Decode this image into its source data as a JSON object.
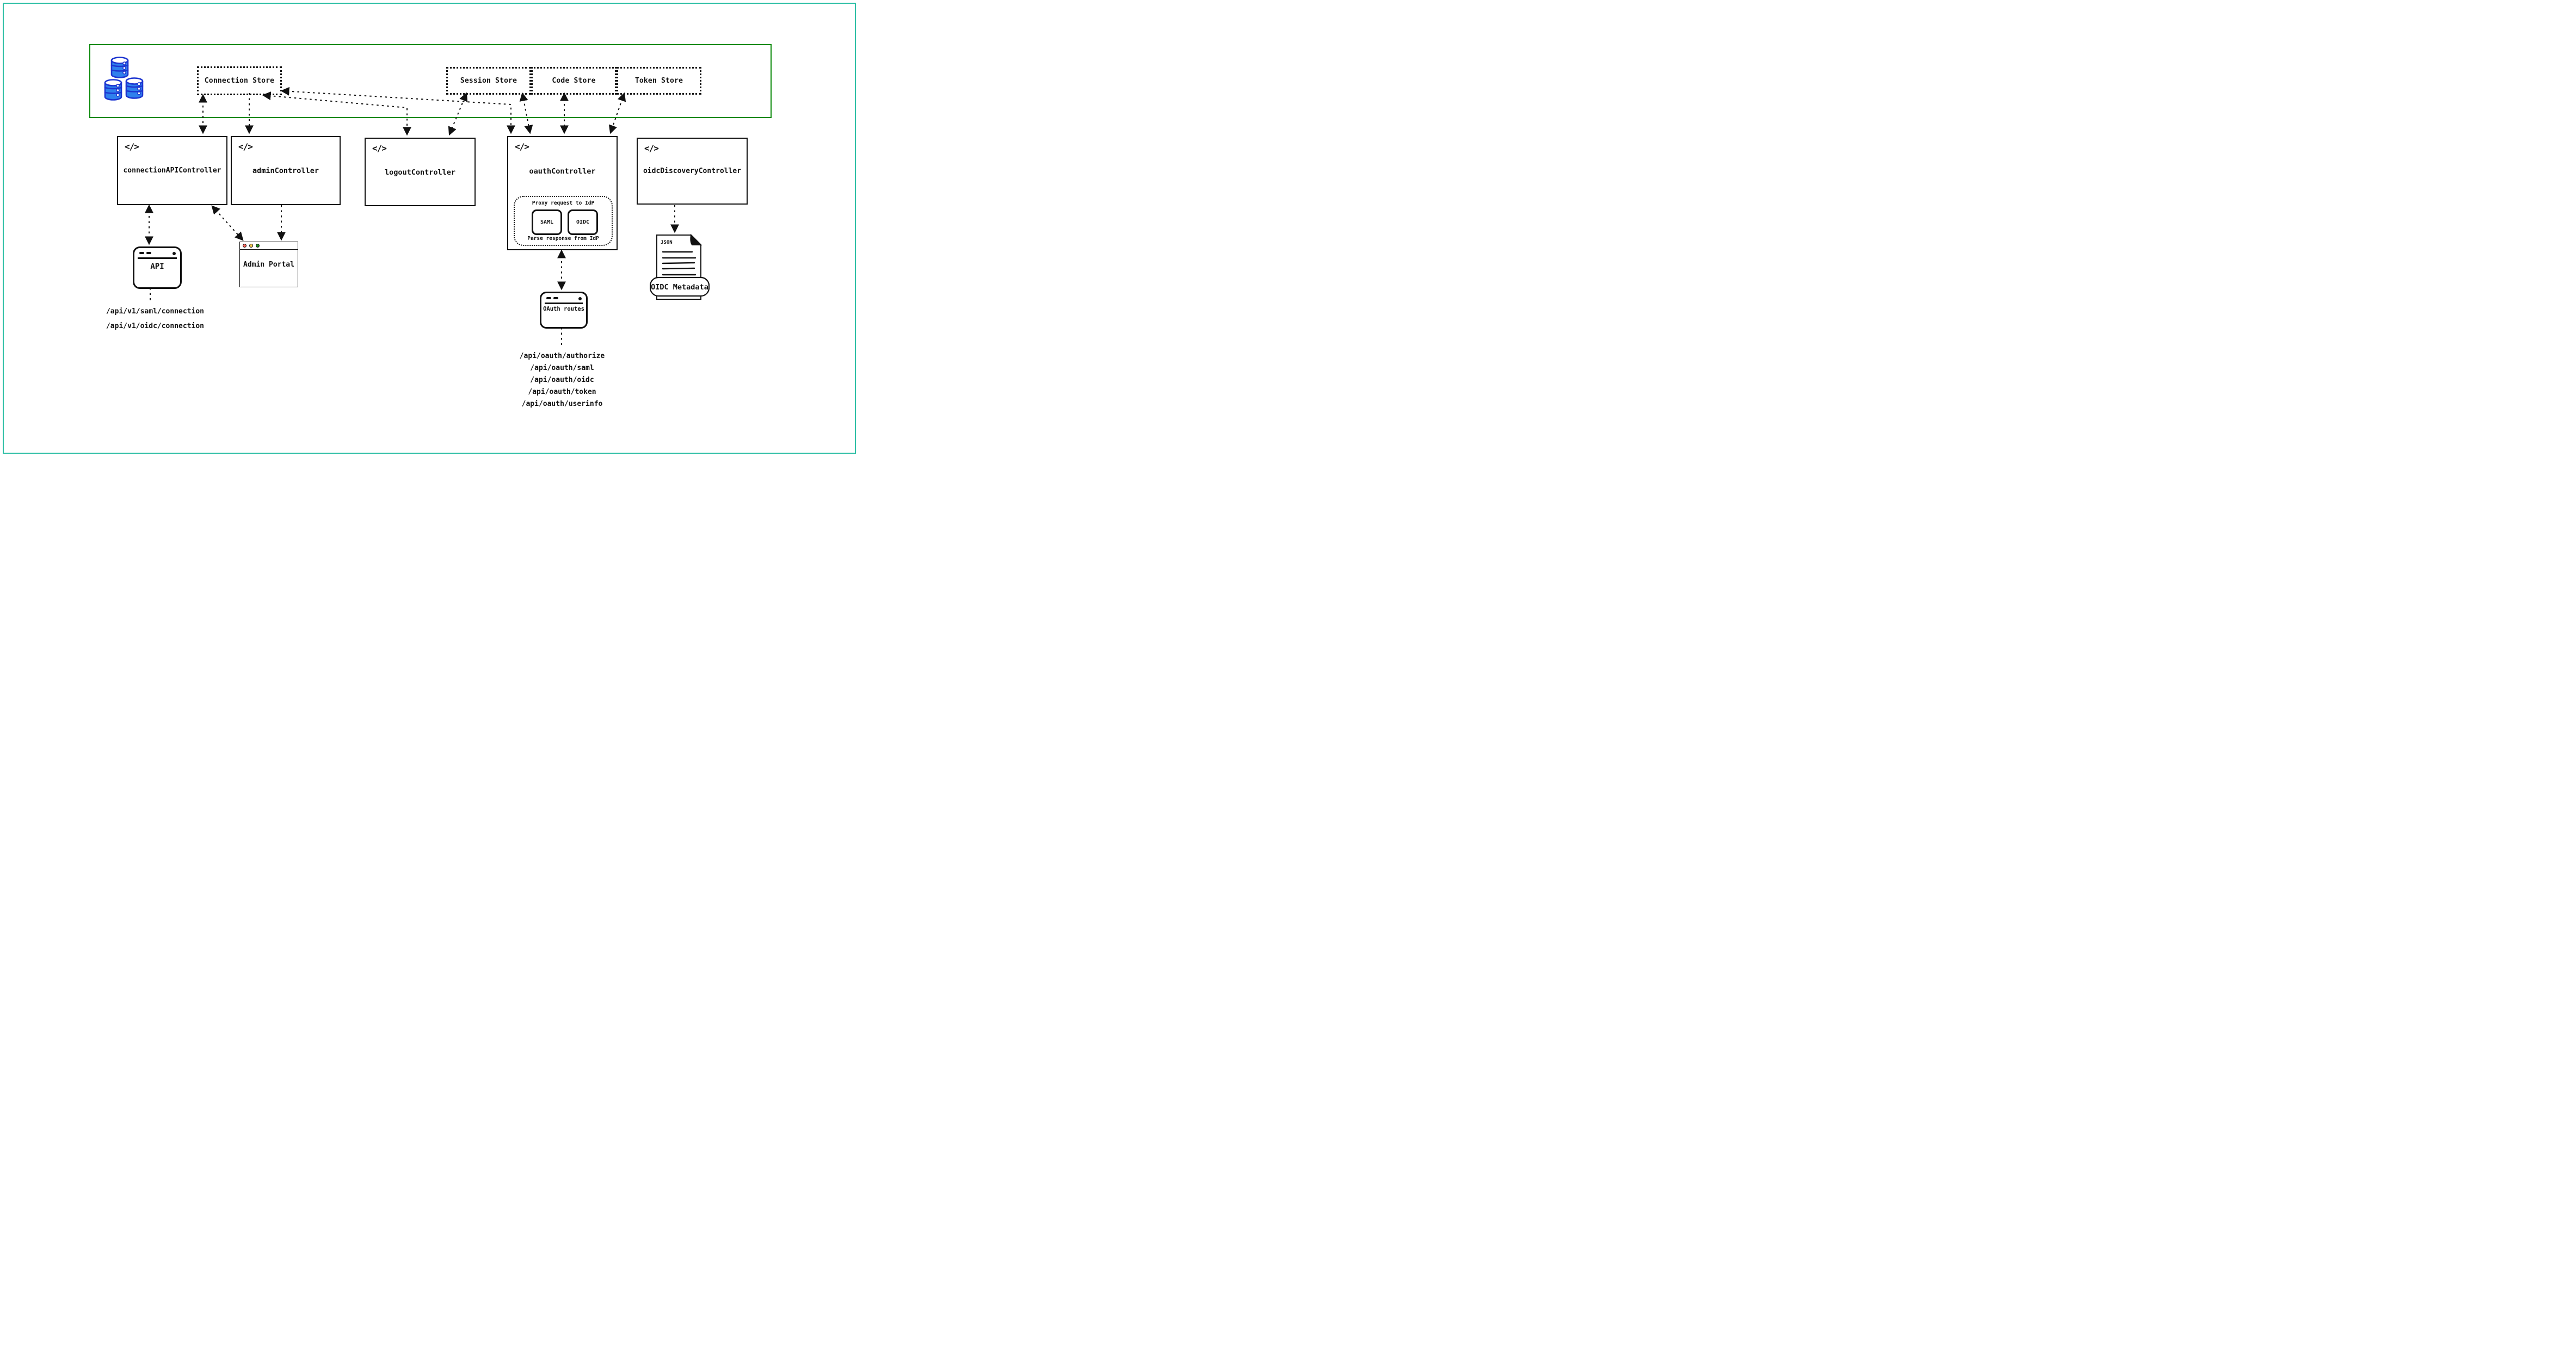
{
  "diagram": {
    "outer_border_color": "#2EBFA5",
    "code_icon_glyph": "</>",
    "storage_layer": {
      "border_color": "#0B8A0B",
      "stores": [
        {
          "label": "Connection Store"
        },
        {
          "label": "Session Store"
        },
        {
          "label": "Code Store"
        },
        {
          "label": "Token Store"
        }
      ]
    },
    "controllers": [
      {
        "label": "connectionAPIController"
      },
      {
        "label": "adminController"
      },
      {
        "label": "logoutController"
      },
      {
        "label": "oauthController"
      },
      {
        "label": "oidcDiscoveryController"
      }
    ],
    "oauth_internal": {
      "proxy_label": "Proxy request to IdP",
      "parse_label": "Parse response from IdP",
      "protocols": [
        {
          "label": "SAML"
        },
        {
          "label": "OIDC"
        }
      ]
    },
    "clients": {
      "api_window": {
        "label": "API"
      },
      "admin_portal_window": {
        "label": "Admin Portal"
      },
      "oauth_routes_window": {
        "label": "OAuth routes"
      },
      "oidc_metadata_doc": {
        "file_type_label": "JSON",
        "label": "OIDC Metadata"
      }
    },
    "api_endpoints": [
      "/api/v1/saml/connection",
      "/api/v1/oidc/connection"
    ],
    "oauth_endpoints": [
      "/api/oauth/authorize",
      "/api/oauth/saml",
      "/api/oauth/oidc",
      "/api/oauth/token",
      "/api/oauth/userinfo"
    ]
  }
}
